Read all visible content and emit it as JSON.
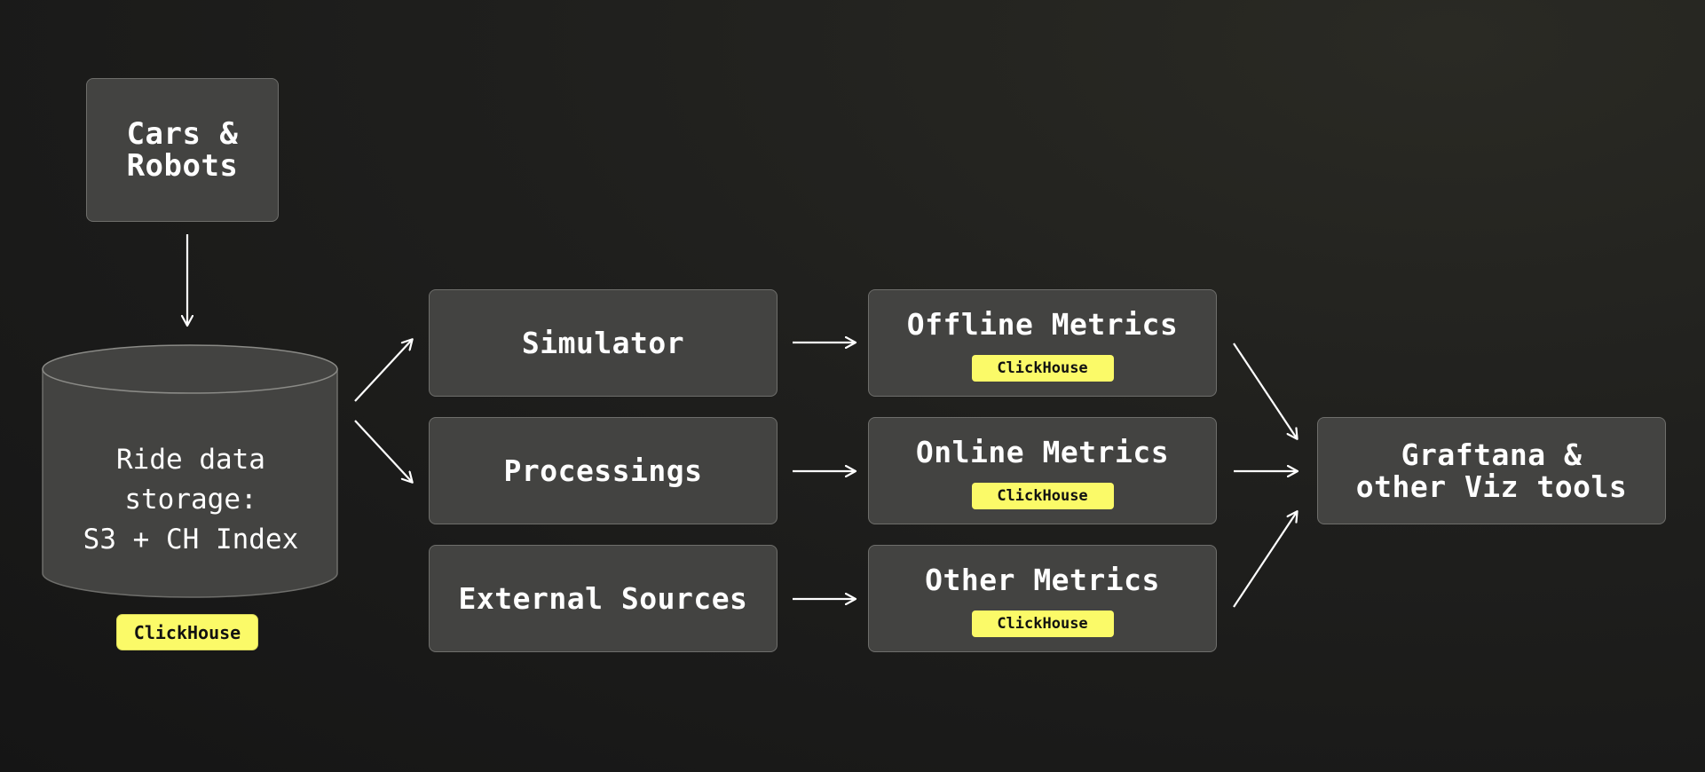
{
  "diagram": {
    "source": {
      "label": "Cars &\nRobots"
    },
    "storage": {
      "label": "Ride data storage:\nS3 + CH Index",
      "badge": "ClickHouse"
    },
    "processors": [
      {
        "label": "Simulator"
      },
      {
        "label": "Processings"
      },
      {
        "label": "External Sources"
      }
    ],
    "metrics": [
      {
        "label": "Offline Metrics",
        "badge": "ClickHouse"
      },
      {
        "label": "Online Metrics",
        "badge": "ClickHouse"
      },
      {
        "label": "Other Metrics",
        "badge": "ClickHouse"
      }
    ],
    "visualization": {
      "label": "Graftana &\nother Viz tools"
    }
  },
  "colors": {
    "background": "#1c1c1b",
    "box_fill": "#434341",
    "box_border": "#6e6e6b",
    "badge": "#fbfa68",
    "text": "#ffffff",
    "arrows": "#ffffff"
  }
}
